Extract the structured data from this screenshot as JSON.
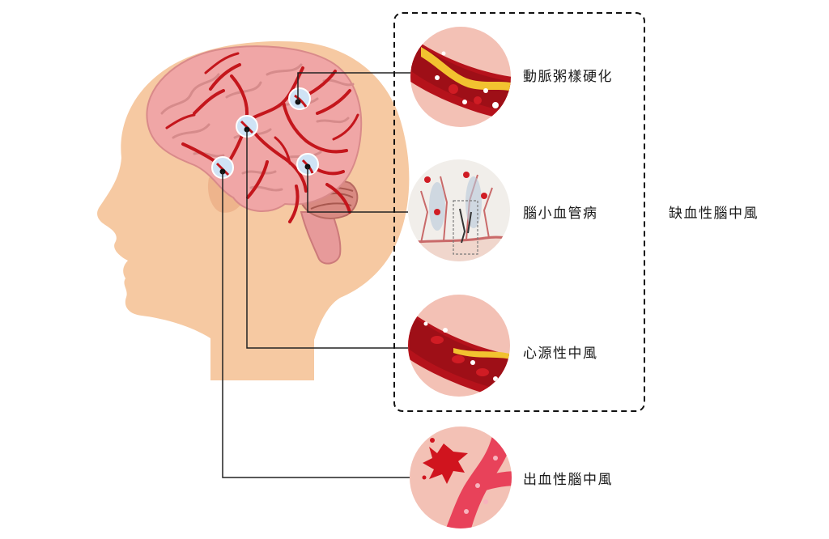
{
  "labels": {
    "atherosclerosis": "動脈粥樣硬化",
    "small_vessel": "腦小血管病",
    "cardioembolic": "心源性中風",
    "hemorrhagic": "出血性腦中風",
    "ischemic": "缺血性腦中風"
  },
  "colors": {
    "skin": "#f6c9a2",
    "brain": "#f0a6a6",
    "artery": "#c4161c",
    "circle_bg": "#f3c1b5",
    "plaque": "#f2c230",
    "marker_fill": "#cfe3f5",
    "line": "#222222"
  }
}
